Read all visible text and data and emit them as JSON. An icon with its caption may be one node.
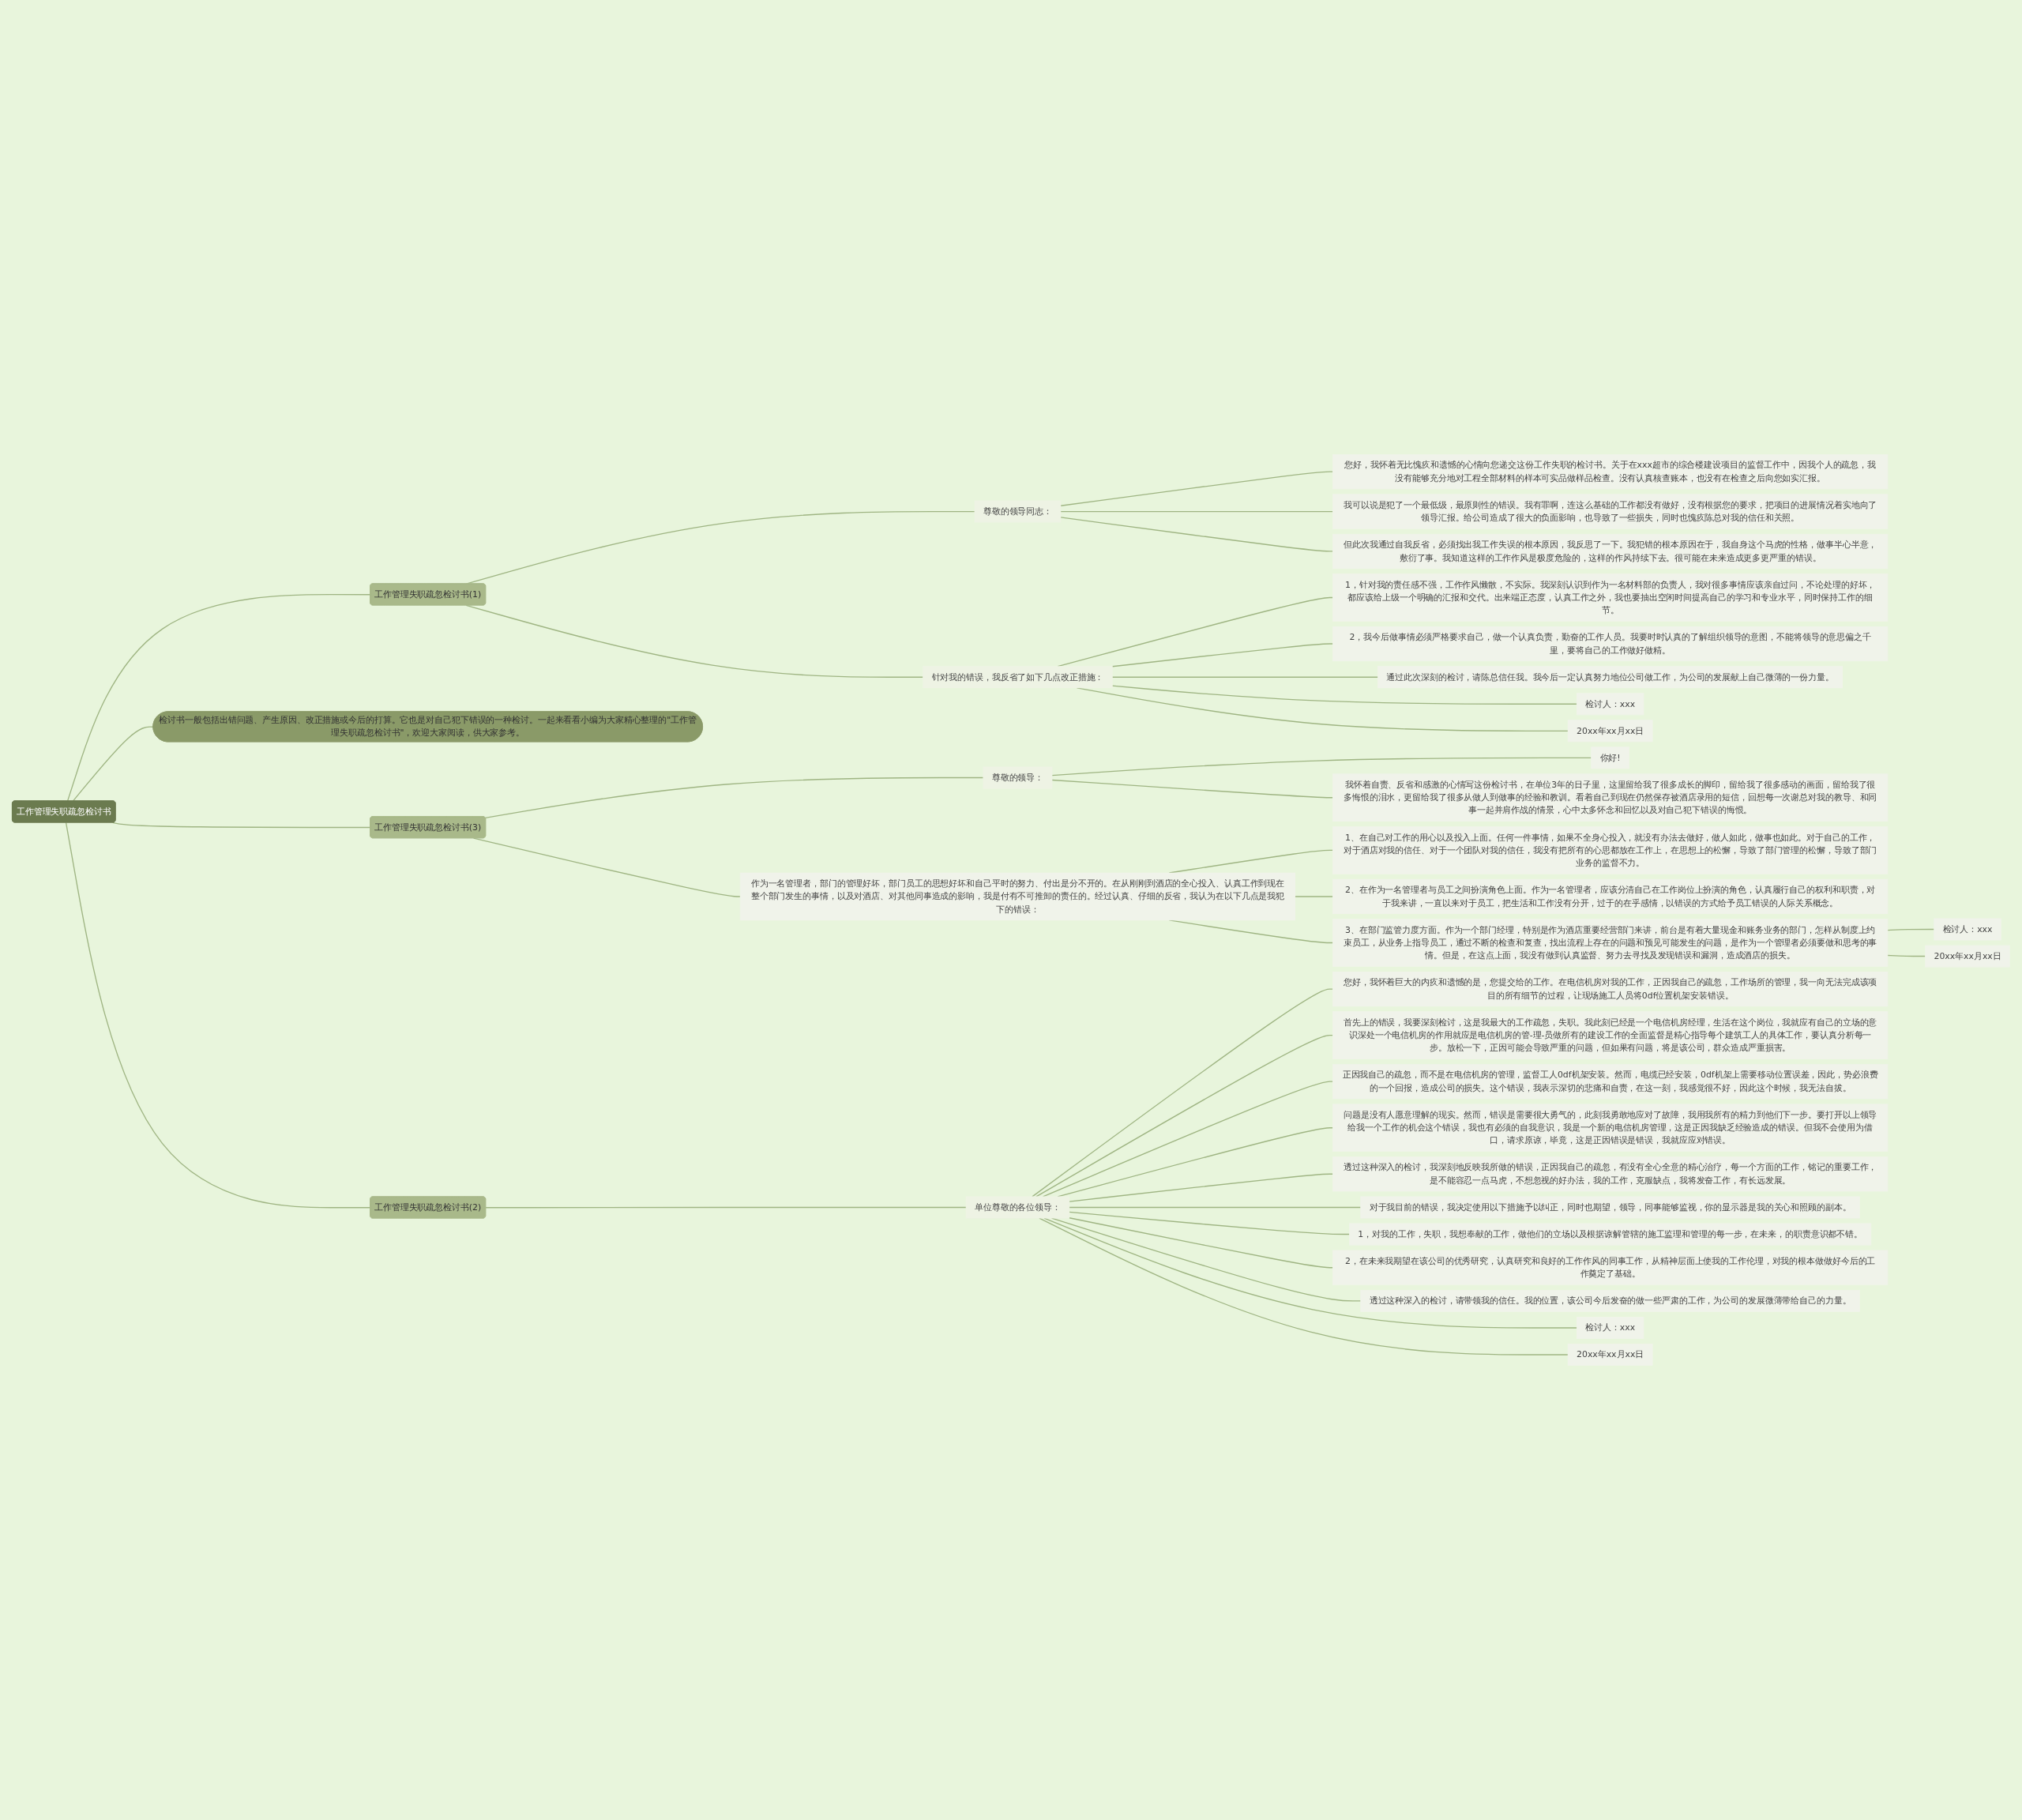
{
  "diagram": {
    "nodes": [
      {
        "text": [
          "工作管理失职疏忽检讨书"
        ]
      },
      {
        "text": [
          "工作管理失职疏忽检讨书(1)"
        ]
      },
      {
        "text": [
          "尊敬的领导同志："
        ]
      },
      {
        "text": [
          "您好，我怀着无比愧疚和遗憾的心情向您递交这份工作失职的检讨书。关于在xxx超市的综合楼建设项目的监督工作中，因我个人的疏忽，我没有能够充分地对工程全部材料的样本可实品做样品检查。没有认真核查账本，也没有在检查之后向您如实汇报。"
        ]
      },
      {
        "text": [
          "我可以说是犯了一个最低级，最原则性的错误。我有罪啊，连这么基础的工作都没有做好，没有根据您的要求，把项目的进展情况着实地向了领导汇报。给公司造成了很大的负面影响，也导致了一些损失，同时也愧疚陈总对我的信任和关照。"
        ]
      },
      {
        "text": [
          "但此次我通过自我反省，必须找出我工作失误的根本原因，我反思了一下。我犯错的根本原因在于，我自身这个马虎的性格，做事半心半意，敷衍了事。我知道这样的工作作风是极度危险的，这样的作风持续下去。很可能在未来造成更多更严重的错误。"
        ]
      },
      {
        "text": [
          "针对我的错误，我反省了如下几点改正措施："
        ]
      },
      {
        "text": [
          "1，针对我的责任感不强，工作作风懒散，不实际。我深刻认识到作为一名材料部的负责人，我对很多事情应该亲自过问，不论处理的好坏，都应该给上级一个明确的汇报和交代。出来端正态度，认真工作之外，我也要抽出空闲时间提高自己的学习和专业水平，同时保持工作的细节。"
        ]
      },
      {
        "text": [
          "2，我今后做事情必须严格要求自己，做一个认真负责，勤奋的工作人员。我要时时认真的了解组织领导的意图，不能将领导的意思偏之千里，要将自己的工作做好做精。"
        ]
      },
      {
        "text": [
          "通过此次深刻的检讨，请陈总信任我。我今后一定认真努力地位公司做工作，为公司的发展献上自己微薄的一份力量。"
        ]
      },
      {
        "text": [
          "检讨人：xxx"
        ]
      },
      {
        "text": [
          "20xx年xx月xx日"
        ]
      },
      {
        "text": [
          "检讨书一般包括出错问题、产生原因、改正措施或今后的打算。它也是对自己犯下错误的一种检讨。一起来看看小编为大家精心整理的\"工作管理失职疏忽检讨书\"，欢迎大家阅读，供大家参考。"
        ]
      },
      {
        "text": [
          "工作管理失职疏忽检讨书(3)"
        ]
      },
      {
        "text": [
          "尊敬的领导："
        ]
      },
      {
        "text": [
          "你好!"
        ]
      },
      {
        "text": [
          "我怀着自责、反省和感激的心情写这份检讨书，在单位3年的日子里，这里留给我了很多成长的脚印，留给我了很多感动的画面，留给我了很多悔恨的泪水，更留给我了很多从做人到做事的经验和教训。看着自己到现在仍然保存被酒店录用的短信，回想每一次谢总对我的教导、和同事一起并肩作战的情景，心中太多怀念和回忆以及对自己犯下错误的悔恨。"
        ]
      },
      {
        "text": [
          "作为一名管理者，部门的管理好坏，部门员工的思想好坏和自己平时的努力、付出是分不开的。在从刚刚到酒店的全心投入、认真工作到现在整个部门发生的事情，以及对酒店、对其他同事造成的影响，我是付有不可推卸的责任的。经过认真、仔细的反省，我认为在以下几点是我犯下的错误："
        ]
      },
      {
        "text": [
          "1、在自己对工作的用心以及投入上面。任何一件事情，如果不全身心投入，就没有办法去做好，做人如此，做事也如此。对于自己的工作，对于酒店对我的信任、对于一个团队对我的信任，我没有把所有的心思都放在工作上，在思想上的松懈，导致了部门管理的松懈，导致了部门业务的监督不力。"
        ]
      },
      {
        "text": [
          "2、在作为一名管理者与员工之间扮演角色上面。作为一名管理者，应该分清自己在工作岗位上扮演的角色，认真履行自己的权利和职责，对于我来讲，一直以来对于员工，把生活和工作没有分开，过于的在乎感情，以错误的方式给予员工错误的人际关系概念。"
        ]
      },
      {
        "text": [
          "3、在部门监管力度方面。作为一个部门经理，特别是作为酒店重要经营部门来讲，前台是有着大量现金和账务业务的部门，怎样从制度上约束员工，从业务上指导员工，通过不断的检查和复查，找出流程上存在的问题和预见可能发生的问题，是作为一个管理者必须要做和思考的事情。但是，在这点上面，我没有做到认真监督、努力去寻找及发现错误和漏洞，造成酒店的损失。"
        ]
      },
      {
        "text": [
          "检讨人：xxx"
        ]
      },
      {
        "text": [
          "20xx年xx月xx日"
        ]
      },
      {
        "text": [
          "工作管理失职疏忽检讨书(2)"
        ]
      },
      {
        "text": [
          "单位尊敬的各位领导："
        ]
      },
      {
        "text": [
          "您好，我怀着巨大的内疚和遗憾的是，您提交给的工作。在电信机房对我的工作，正因我自己的疏忽，工作场所的管理，我一向无法完成该项目的所有细节的过程，让现场施工人员将0df位置机架安装错误。"
        ]
      },
      {
        "text": [
          "首先上的错误，我要深刻检讨，这是我最大的工作疏忽，失职。我此刻已经是一个电信机房经理，生活在这个岗位，我就应有自己的立场的意识深处一个电信机房的作用就应是电信机房的管-理-员做所有的建设工作的全面监督是精心指导每个建筑工人的具体工作，要认真分析每一步。放松一下，正因可能会导致严重的问题，但如果有问题，将是该公司，群众造成严重损害。"
        ]
      },
      {
        "text": [
          "正因我自己的疏忽，而不是在电信机房的管理，监督工人0df机架安装。然而，电缆已经安装，0df机架上需要移动位置误差，因此，势必浪费的一个回报，造成公司的损失。这个错误，我表示深切的悲痛和自责，在这一刻，我感觉很不好，因此这个时候，我无法自拔。"
        ]
      },
      {
        "text": [
          "问题是没有人愿意理解的现实。然而，错误是需要很大勇气的，此刻我勇敢地应对了故障，我用我所有的精力到他们下一步。要打开以上领导给我一个工作的机会这个错误，我也有必须的自我意识，我是一个新的电信机房管理，这是正因我缺乏经验造成的错误。但我不会使用为借口，请求原谅，毕竟，这是正因错误是错误，我就应应对错误。"
        ]
      },
      {
        "text": [
          "透过这种深入的检讨，我深刻地反映我所做的错误，正因我自己的疏忽，有没有全心全意的精心治疗，每一个方面的工作，铭记的重要工作，是不能容忍一点马虎，不想忽视的好办法，我的工作，克服缺点，我将发奋工作，有长远发展。"
        ]
      },
      {
        "text": [
          "对于我目前的错误，我决定使用以下措施予以纠正，同时也期望，领导，同事能够监视，你的显示器是我的关心和照顾的副本。"
        ]
      },
      {
        "text": [
          "1，对我的工作，失职，我想奉献的工作，做他们的立场以及根据谅解管辖的施工监理和管理的每一步，在未来，的职责意识都不错。"
        ]
      },
      {
        "text": [
          "2，在未来我期望在该公司的优秀研究，认真研究和良好的工作作风的同事工作，从精神层面上使我的工作伦理，对我的根本做做好今后的工作奠定了基础。"
        ]
      },
      {
        "text": [
          "透过这种深入的检讨，请带领我的信任。我的位置，该公司今后发奋的做一些严肃的工作，为公司的发展微薄带给自己的力量。"
        ]
      },
      {
        "text": [
          "检讨人：xxx"
        ]
      },
      {
        "text": [
          "20xx年xx月xx日"
        ]
      }
    ],
    "edges": [
      {
        "from": 0,
        "to": 1,
        "arrow": "none"
      },
      {
        "from": 1,
        "to": 2,
        "arrow": "none"
      },
      {
        "from": 2,
        "to": 3,
        "arrow": "none"
      },
      {
        "from": 2,
        "to": 4,
        "arrow": "none"
      },
      {
        "from": 2,
        "to": 5,
        "arrow": "none"
      },
      {
        "from": 1,
        "to": 6,
        "arrow": "none"
      },
      {
        "from": 6,
        "to": 7,
        "arrow": "none"
      },
      {
        "from": 6,
        "to": 8,
        "arrow": "none"
      },
      {
        "from": 6,
        "to": 9,
        "arrow": "none"
      },
      {
        "from": 6,
        "to": 10,
        "arrow": "none"
      },
      {
        "from": 6,
        "to": 11,
        "arrow": "none"
      },
      {
        "from": 0,
        "to": 12,
        "arrow": "none"
      },
      {
        "from": 0,
        "to": 13,
        "arrow": "none"
      },
      {
        "from": 13,
        "to": 14,
        "arrow": "none"
      },
      {
        "from": 14,
        "to": 15,
        "arrow": "none"
      },
      {
        "from": 14,
        "to": 16,
        "arrow": "none"
      },
      {
        "from": 13,
        "to": 17,
        "arrow": "none"
      },
      {
        "from": 17,
        "to": 18,
        "arrow": "none"
      },
      {
        "from": 17,
        "to": 19,
        "arrow": "none"
      },
      {
        "from": 17,
        "to": 20,
        "arrow": "none"
      },
      {
        "from": 20,
        "to": 21,
        "arrow": "none"
      },
      {
        "from": 20,
        "to": 22,
        "arrow": "none"
      },
      {
        "from": 0,
        "to": 23,
        "arrow": "none"
      },
      {
        "from": 23,
        "to": 24,
        "arrow": "none"
      },
      {
        "from": 24,
        "to": 25,
        "arrow": "none"
      },
      {
        "from": 24,
        "to": 26,
        "arrow": "none"
      },
      {
        "from": 24,
        "to": 27,
        "arrow": "none"
      },
      {
        "from": 24,
        "to": 28,
        "arrow": "none"
      },
      {
        "from": 24,
        "to": 29,
        "arrow": "none"
      },
      {
        "from": 24,
        "to": 30,
        "arrow": "none"
      },
      {
        "from": 24,
        "to": 31,
        "arrow": "none"
      },
      {
        "from": 24,
        "to": 32,
        "arrow": "none"
      },
      {
        "from": 24,
        "to": 33,
        "arrow": "none"
      },
      {
        "from": 24,
        "to": 34,
        "arrow": "none"
      },
      {
        "from": 24,
        "to": 35,
        "arrow": "none"
      }
    ]
  }
}
